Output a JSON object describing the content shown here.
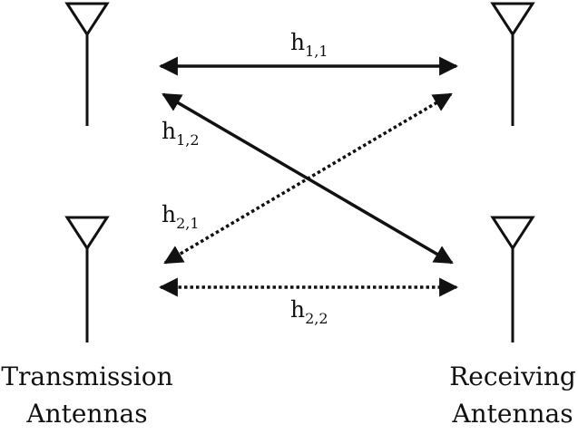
{
  "antenna_groups": {
    "tx_caption_line1": "Transmission",
    "tx_caption_line2": "Antennas",
    "rx_caption_line1": "Receiving",
    "rx_caption_line2": "Antennas"
  },
  "channels": [
    {
      "id": "h11",
      "letter": "h",
      "subscript": "1,1",
      "style": "solid"
    },
    {
      "id": "h12",
      "letter": "h",
      "subscript": "1,2",
      "style": "solid"
    },
    {
      "id": "h21",
      "letter": "h",
      "subscript": "2,1",
      "style": "dotted"
    },
    {
      "id": "h22",
      "letter": "h",
      "subscript": "2,2",
      "style": "dotted"
    }
  ],
  "colors": {
    "stroke": "#111111",
    "background": "#ffffff"
  }
}
